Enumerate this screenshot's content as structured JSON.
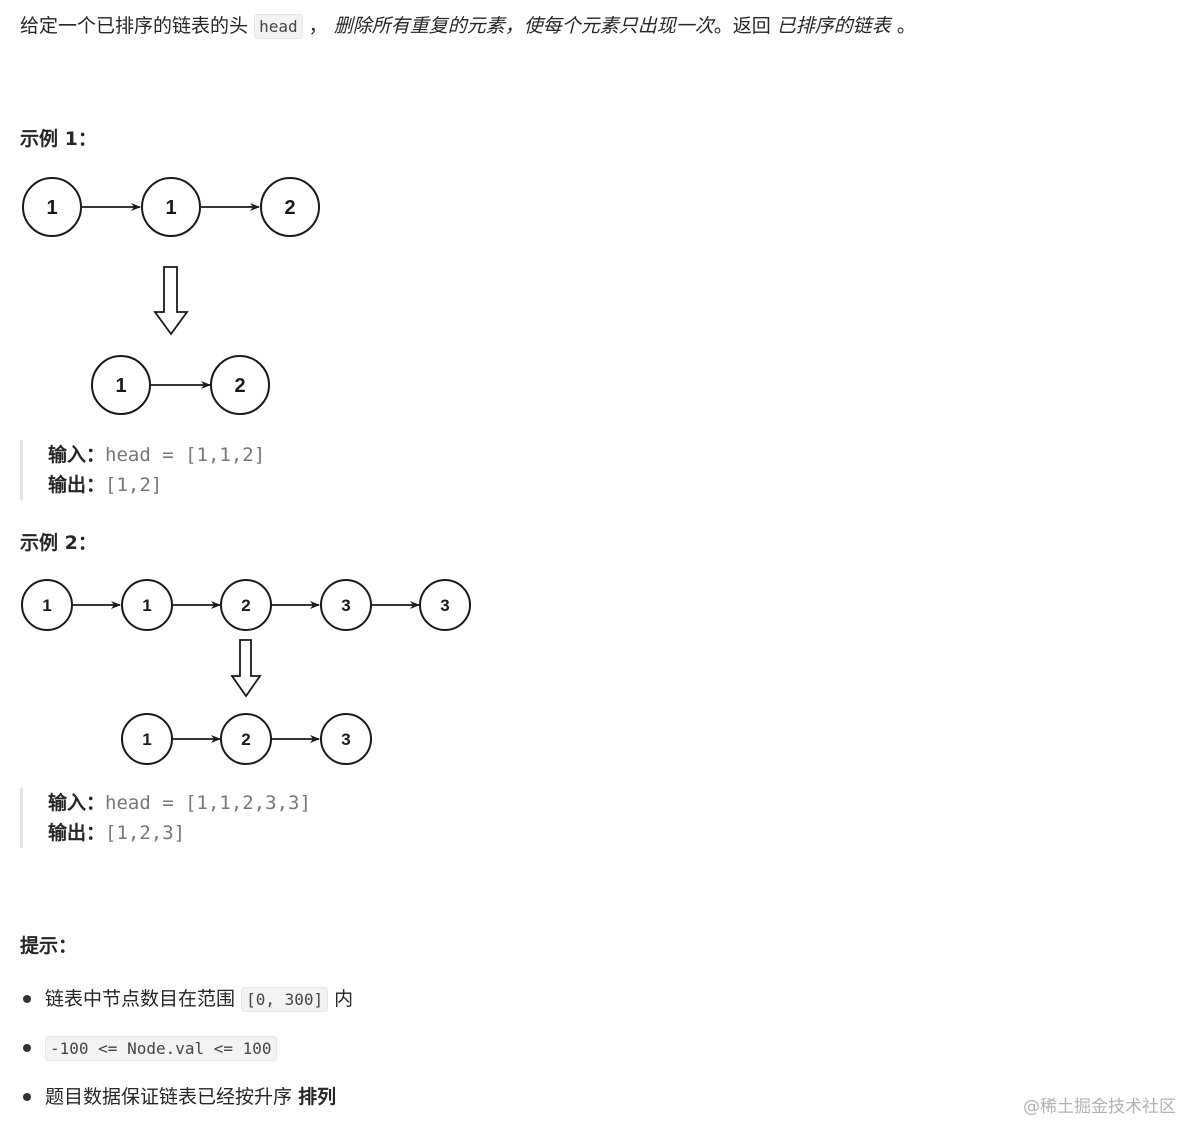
{
  "intro": {
    "text1": "给定一个已排序的链表的头",
    "code": "head",
    "sep": "，",
    "italic1": "删除所有重复的元素，使每个元素只出现一次",
    "text2": "。返回",
    "italic2": "已排序的链表",
    "text3": "。"
  },
  "example1": {
    "title": "示例 1：",
    "top_nodes": [
      "1",
      "1",
      "2"
    ],
    "bottom_nodes": [
      "1",
      "2"
    ],
    "input_label": "输入：",
    "input_value": "head = [1,1,2]",
    "output_label": "输出：",
    "output_value": "[1,2]"
  },
  "example2": {
    "title": "示例 2：",
    "top_nodes": [
      "1",
      "1",
      "2",
      "3",
      "3"
    ],
    "bottom_nodes": [
      "1",
      "2",
      "3"
    ],
    "input_label": "输入：",
    "input_value": "head = [1,1,2,3,3]",
    "output_label": "输出：",
    "output_value": "[1,2,3]"
  },
  "hints": {
    "title": "提示：",
    "item1_text": "链表中节点数目在范围",
    "item1_code": "[0, 300]",
    "item1_suffix": "内",
    "item2_code": "-100 <= Node.val <= 100",
    "item3_text": "题目数据保证链表已经按升序",
    "item3_bold": "排列"
  },
  "watermark": "@稀土掘金技术社区"
}
